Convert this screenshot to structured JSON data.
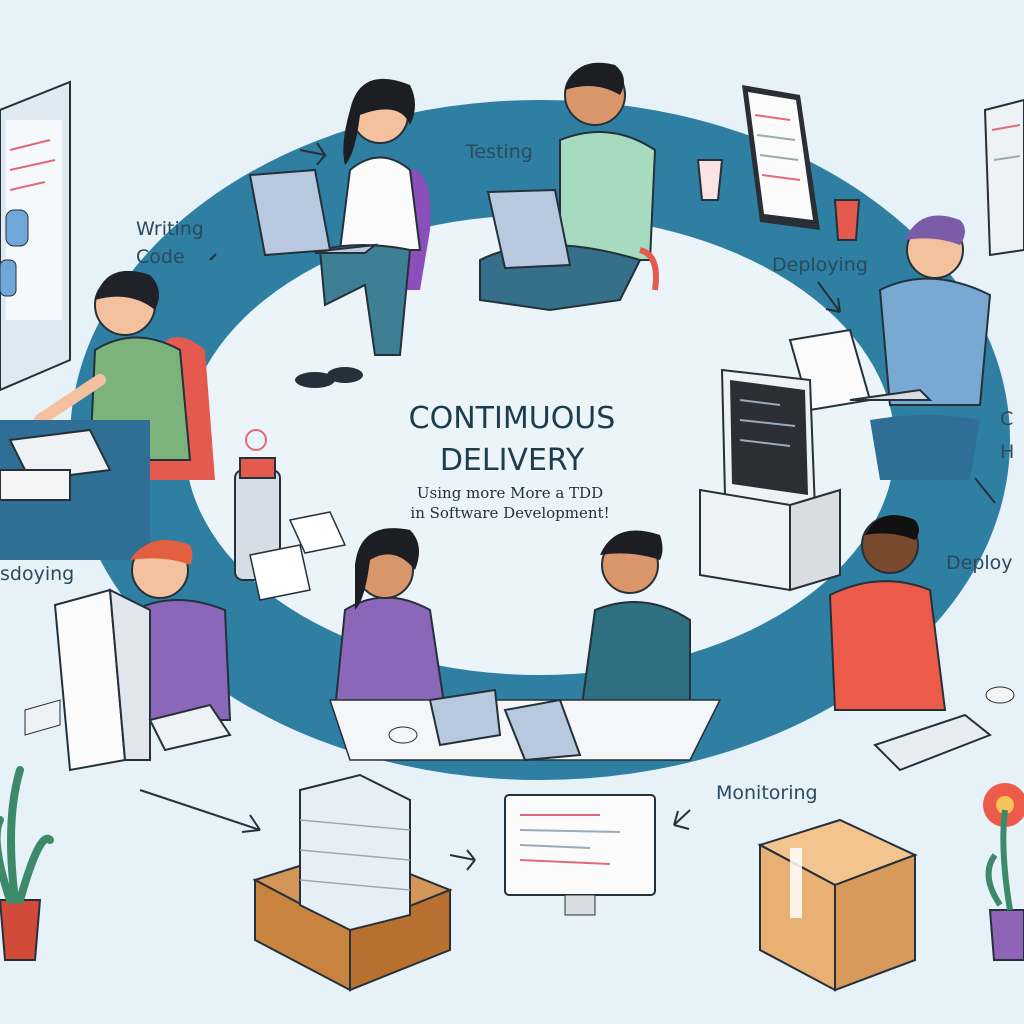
{
  "title_line1": "CONTIMUOUS",
  "title_line2": "DELIVERY",
  "subtitle_line1": "Using more More a TDD",
  "subtitle_line2": "in Software Development!",
  "stages": {
    "writing_code_1": "Writing",
    "writing_code_2": "Code",
    "testing": "Testing",
    "deploying_right": "Deploying",
    "cut_right_1": "C",
    "cut_right_2": "H",
    "deploy_right": "Deploy",
    "deploying_left": "sdoying",
    "monitoring": "Monitoring"
  },
  "colors": {
    "background": "#e6f1f8",
    "ring": "#2f7fa3",
    "ring_light": "#3b8fb3"
  }
}
